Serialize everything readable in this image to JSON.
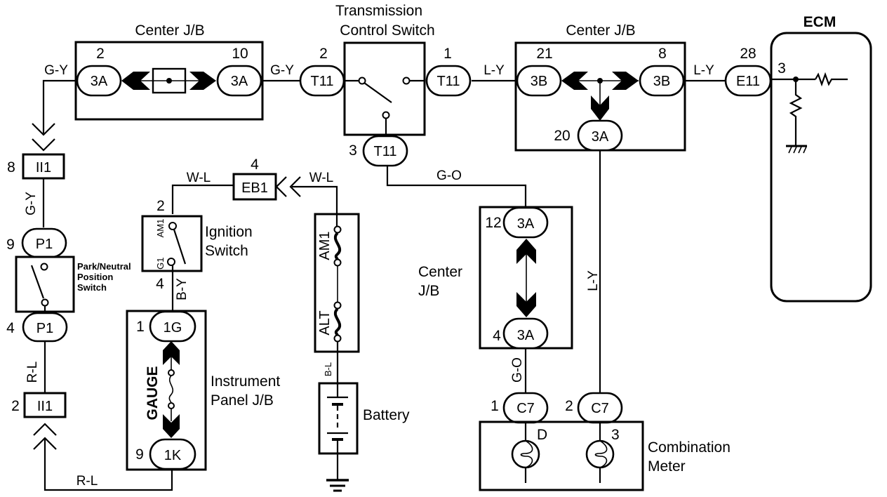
{
  "diagram": {
    "colors": {
      "line": "#000000",
      "background": "#ffffff"
    },
    "components": {
      "center_jb_1": {
        "label": "Center J/B",
        "pin_left": "2",
        "conn_left": "3A",
        "pin_right": "10",
        "conn_right": "3A"
      },
      "transmission_switch": {
        "label_line1": "Transmission",
        "label_line2": "Control Switch",
        "pin_left": "2",
        "conn_left": "T11",
        "pin_right": "1",
        "conn_right": "T11",
        "pin_bottom": "3",
        "conn_bottom": "T11"
      },
      "center_jb_2": {
        "label": "Center J/B",
        "pin_left": "21",
        "conn_left": "3B",
        "pin_right": "8",
        "conn_right": "3B",
        "pin_bottom": "20",
        "conn_bottom": "3A"
      },
      "ecm": {
        "label": "ECM",
        "pin": "3",
        "conn_pin": "28",
        "conn": "E11"
      },
      "ii1_top": {
        "pin": "8",
        "conn": "II1"
      },
      "ii1_bottom": {
        "pin": "2",
        "conn": "II1"
      },
      "park_neutral": {
        "label_line1": "Park/Neutral",
        "label_line2": "Position",
        "label_line3": "Switch",
        "pin_top": "9",
        "conn_top": "P1",
        "pin_bottom": "4",
        "conn_bottom": "P1"
      },
      "eb1": {
        "pin": "4",
        "conn": "EB1"
      },
      "ignition_switch": {
        "label_line1": "Ignition",
        "label_line2": "Switch",
        "pin_top": "2",
        "pin_bottom": "4",
        "term_top": "AM1",
        "term_bottom": "IG1"
      },
      "instrument_panel_jb": {
        "label_line1": "Instrument",
        "label_line2": "Panel J/B",
        "fuse": "GAUGE",
        "pin_top": "1",
        "conn_top": "1G",
        "pin_bottom": "9",
        "conn_bottom": "1K"
      },
      "fusible_links": {
        "fuse_top": "AM1",
        "fuse_bottom": "ALT"
      },
      "battery": {
        "label": "Battery"
      },
      "center_jb_3": {
        "label_line1": "Center",
        "label_line2": "J/B",
        "pin_top": "12",
        "conn_top": "3A",
        "pin_bottom": "4",
        "conn_bottom": "3A"
      },
      "combination_meter": {
        "label_line1": "Combination",
        "label_line2": "Meter",
        "pin_left": "1",
        "conn_left": "C7",
        "pin_right": "2",
        "conn_right": "C7",
        "lamp_left": "D",
        "lamp_right": "3"
      }
    },
    "wires": {
      "gy_left": "G-Y",
      "gy_mid": "G-Y",
      "gy_vertical": "G-Y",
      "ly_top": "L-Y",
      "ly_ecm": "L-Y",
      "ly_vertical": "L-Y",
      "wl_ign": "W-L",
      "wl_batt": "W-L",
      "go_top": "G-O",
      "go_vertical": "G-O",
      "by": "B-Y",
      "rl_vertical": "R-L",
      "rl_bottom": "R-L",
      "bl": "B-L"
    }
  }
}
